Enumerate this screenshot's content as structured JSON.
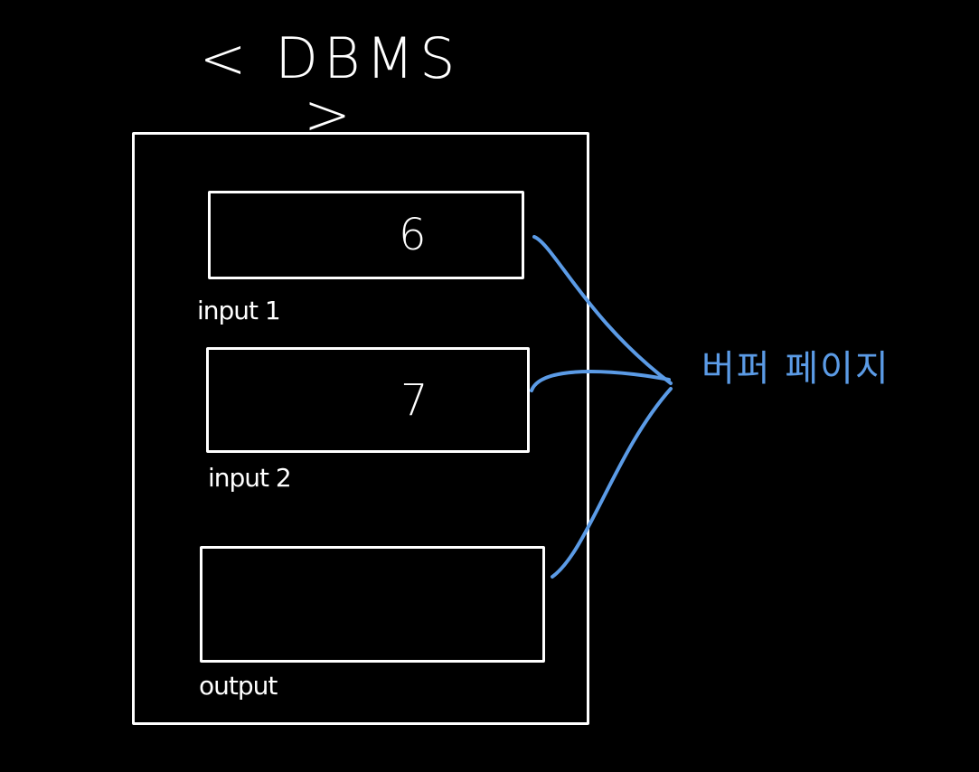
{
  "title": "< DBMS >",
  "slots": [
    {
      "label": "input 1",
      "value": "6"
    },
    {
      "label": "input 2",
      "value": "7"
    },
    {
      "label": "output",
      "value": ""
    }
  ],
  "buffer": {
    "label": "버퍼 페이지"
  },
  "colors": {
    "background": "#000000",
    "ink": "#ffffff",
    "accent": "#5b9be6"
  }
}
